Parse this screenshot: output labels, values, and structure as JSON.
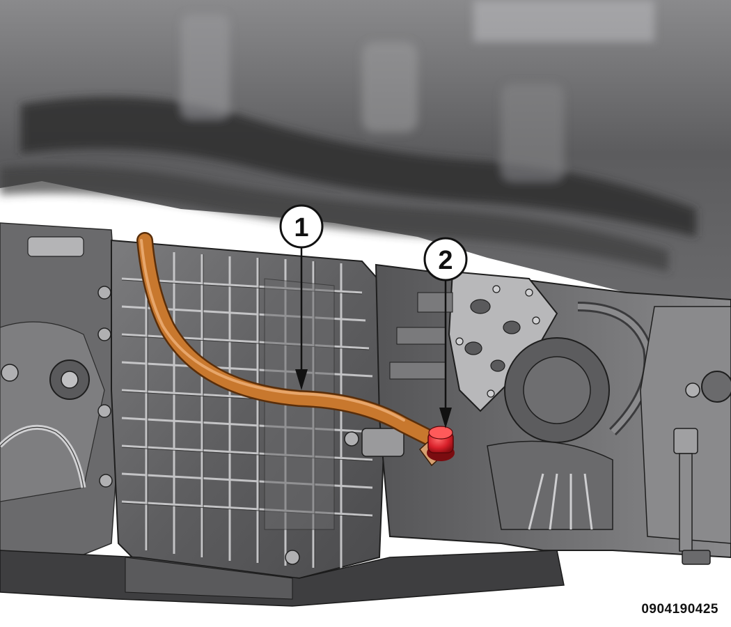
{
  "figure_id": "0904190425",
  "callouts": [
    {
      "number": "1",
      "target": "hose"
    },
    {
      "number": "2",
      "target": "drain-plug"
    }
  ],
  "colors": {
    "hose": "#c8782e",
    "plug": "#d8202a",
    "body_dark": "#4a4a4c",
    "body_mid": "#6e6e70",
    "body_light": "#a8a8aa",
    "callout_fill": "#ffffff",
    "callout_stroke": "#111111"
  }
}
